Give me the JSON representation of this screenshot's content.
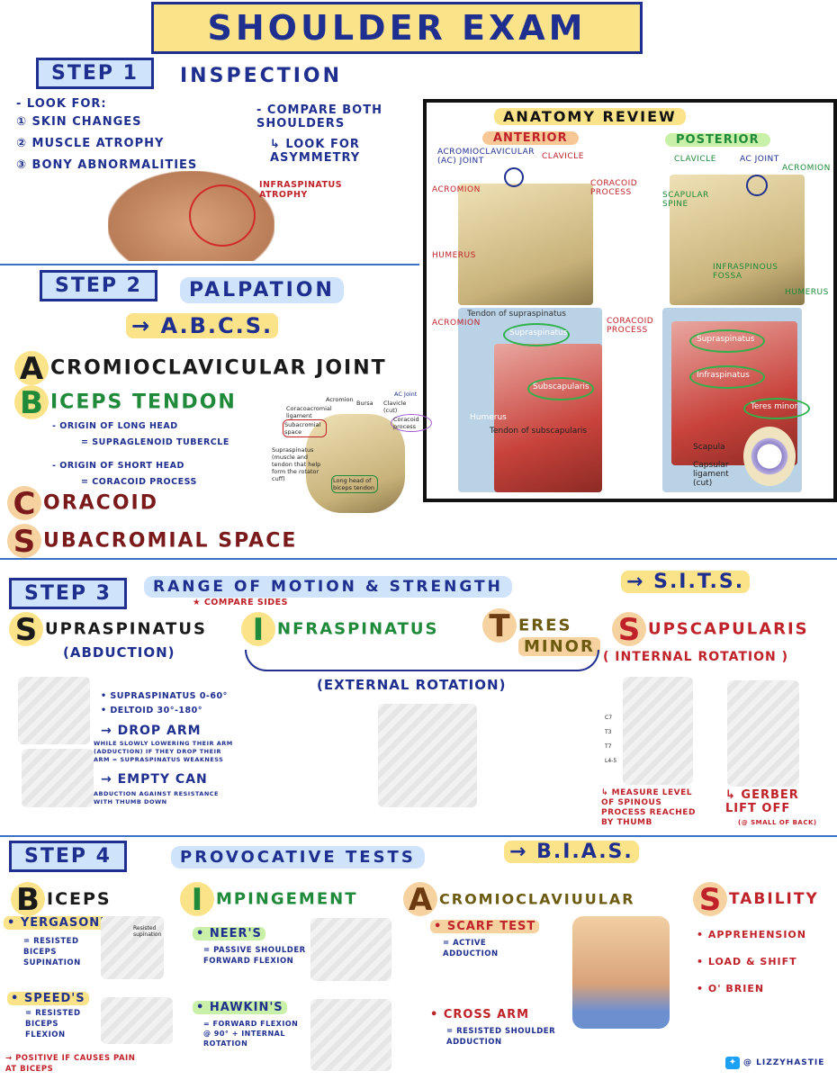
{
  "title": "SHOULDER EXAM",
  "step1": {
    "label": "STEP 1",
    "title": "INSPECTION",
    "look_for": "- LOOK FOR:",
    "items": [
      "① SKIN CHANGES",
      "② MUSCLE ATROPHY",
      "③ BONY ABNORMALITIES"
    ],
    "compare": "- COMPARE BOTH SHOULDERS",
    "asymmetry": "↳ LOOK FOR ASYMMETRY",
    "photo_label": "INFRASPINATUS ATROPHY"
  },
  "anatomy": {
    "title": "ANATOMY REVIEW",
    "anterior": "ANTERIOR",
    "posterior": "POSTERIOR",
    "ant_labels": [
      "ACROMIOCLAVICULAR (AC) JOINT",
      "CLAVICLE",
      "ACROMION",
      "CORACOID PROCESS",
      "HUMERUS"
    ],
    "post_labels": [
      "CLAVICLE",
      "AC JOINT",
      "ACROMION",
      "SCAPULAR SPINE",
      "INFRASPINOUS FOSSA",
      "HUMERUS"
    ],
    "muscle_ant_labels": [
      "Tendon of supraspinatus",
      "Supraspinatus",
      "Subscapularis",
      "Humerus",
      "Tendon of subscapularis"
    ],
    "muscle_ant_notes": [
      "ACROMION",
      "CORACOID PROCESS"
    ],
    "muscle_post_labels": [
      "Supraspinatus",
      "Infraspinatus",
      "Teres minor",
      "Scapula",
      "Capsular ligament (cut)"
    ]
  },
  "step2": {
    "label": "STEP 2",
    "title": "PALPATION",
    "abcs": "→ A.B.C.S.",
    "a": {
      "letter": "A",
      "word": "CROMIOCLAVICULAR JOINT"
    },
    "b": {
      "letter": "B",
      "word": "ICEPS TENDON"
    },
    "b_notes": [
      "- ORIGIN OF LONG HEAD",
      "= SUPRAGLENOID TUBERCLE",
      "- ORIGIN OF SHORT HEAD",
      "= CORACOID PROCESS"
    ],
    "c": {
      "letter": "C",
      "word": "ORACOID"
    },
    "s": {
      "letter": "S",
      "word": "UBACROMIAL SPACE"
    },
    "diagram_labels": [
      "Acromion",
      "AC Joint",
      "Bursa",
      "Clavicle (cut)",
      "Coracoacromial ligament",
      "Coracoid process",
      "Subacromial space",
      "Supraspinatus (muscle and tendon that help form the rotator cuff)",
      "Long head of biceps tendon"
    ]
  },
  "step3": {
    "label": "STEP 3",
    "title": "RANGE OF MOTION & STRENGTH",
    "sits": "→ S.I.T.S.",
    "compare": "★ COMPARE SIDES",
    "s": {
      "letter": "S",
      "word": "UPRASPINATUS",
      "sub": "(ABDUCTION)"
    },
    "i": {
      "letter": "I",
      "word": "NFRASPINATUS"
    },
    "t": {
      "letter": "T",
      "word": "ERES",
      "word2": "MINOR"
    },
    "sub": {
      "letter": "S",
      "word": "UPSCAPULARIS",
      "sub": "( INTERNAL ROTATION )"
    },
    "external": "(EXTERNAL ROTATION)",
    "supra_notes": [
      "• SUPRASPINATUS 0-60°",
      "• DELTOID 30°-180°"
    ],
    "drop_arm": "→ DROP ARM",
    "drop_arm_desc": "WHILE SLOWLY LOWERING THEIR ARM (ADDUCTION) IF THEY DROP THEIR ARM = SUPRASPINATUS WEAKNESS",
    "empty_can": "→ EMPTY CAN",
    "empty_can_desc": "ABDUCTION AGAINST RESISTANCE WITH THUMB DOWN",
    "measure": "↳ MEASURE LEVEL OF SPINOUS PROCESS REACHED BY THUMB",
    "gerber": "↳ GERBER LIFT OFF",
    "gerber_sub": "(@ SMALL OF BACK)",
    "spine_labels": [
      "C7",
      "T3",
      "T7",
      "L4-5"
    ]
  },
  "step4": {
    "label": "STEP 4",
    "title": "PROVOCATIVE TESTS",
    "bias": "→ B.I.A.S.",
    "b": {
      "letter": "B",
      "word": "ICEPS"
    },
    "i": {
      "letter": "I",
      "word": "MPINGEMENT"
    },
    "a": {
      "letter": "A",
      "word": "CROMIOCLAVIUULAR"
    },
    "s": {
      "letter": "S",
      "word": "TABILITY"
    },
    "yergason": "• YERGASON'S",
    "yergason_desc": "= RESISTED BICEPS SUPINATION",
    "yergason_img": "Resisted supination",
    "speeds": "• SPEED'S",
    "speeds_desc": "= RESISTED BICEPS FLEXION",
    "positive": "→ POSITIVE IF CAUSES PAIN AT BICEPS",
    "neers": "• NEER'S",
    "neers_desc": "= PASSIVE SHOULDER FORWARD FLEXION",
    "hawkins": "• HAWKIN'S",
    "hawkins_desc": "= FORWARD FLEXION @ 90° + INTERNAL ROTATION",
    "scarf": "• SCARF TEST",
    "scarf_desc": "= ACTIVE ADDUCTION",
    "cross": "• CROSS ARM",
    "cross_desc": "= RESISTED SHOULDER ADDUCTION",
    "stability_items": [
      "• APPREHENSION",
      "• LOAD & SHIFT",
      "• O' BRIEN"
    ]
  },
  "credit": "@ LIZZYHASTIE",
  "colors": {
    "navy": "#1f2f8f",
    "yellow": "#fbe38a",
    "lightblue": "#cfe3fb",
    "red": "#c0222a",
    "green": "#1f8a3a",
    "twitter": "#1da1f2"
  }
}
